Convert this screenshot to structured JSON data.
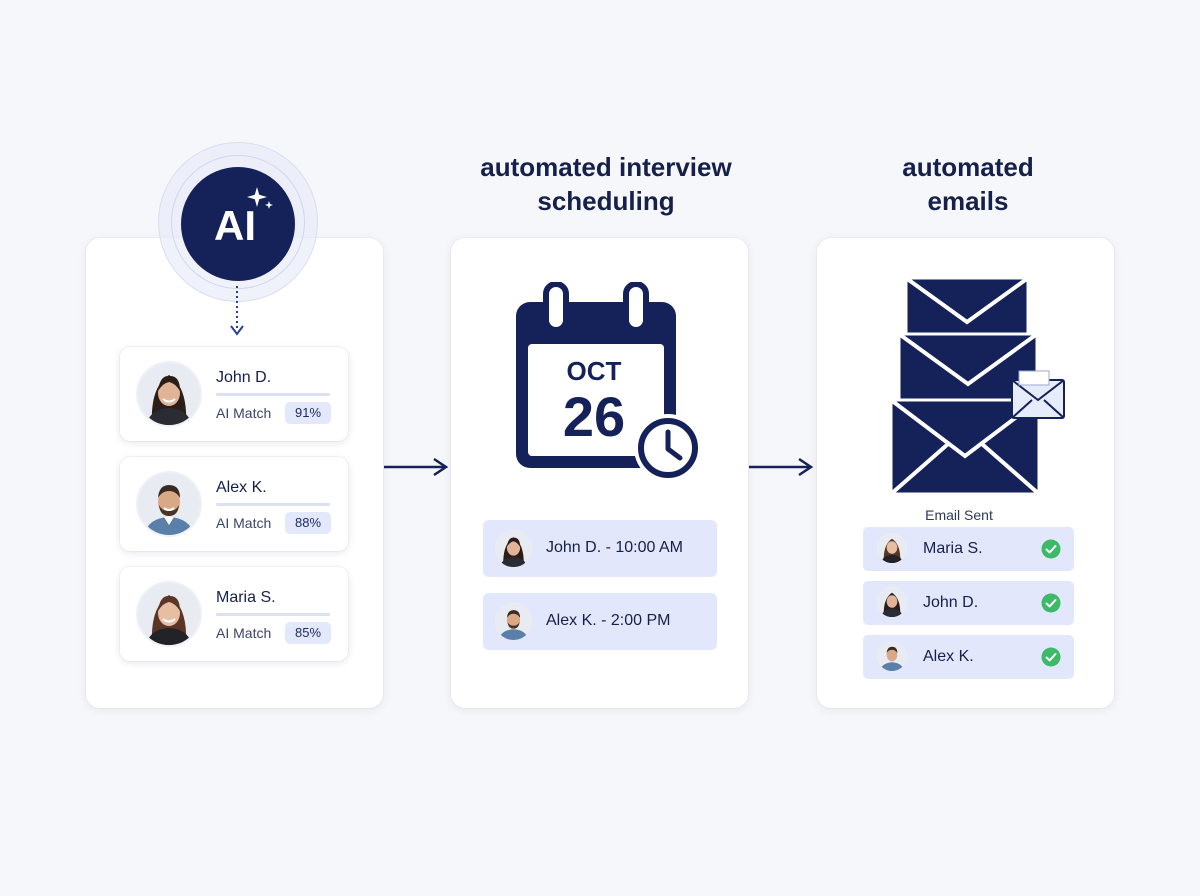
{
  "colors": {
    "background": "#f6f7fa",
    "navy": "#15225a",
    "chip": "#e2e7fb",
    "success": "#3cba6a"
  },
  "steps": {
    "ai": {
      "badge_label": "AI",
      "candidates": [
        {
          "name": "John D.",
          "match_label": "AI Match",
          "score": "91%",
          "avatar": "woman-long-dark-hair"
        },
        {
          "name": "Alex K.",
          "match_label": "AI Match",
          "score": "88%",
          "avatar": "man-short-hair-beard"
        },
        {
          "name": "Maria S.",
          "match_label": "AI Match",
          "score": "85%",
          "avatar": "woman-long-brown-hair"
        }
      ]
    },
    "scheduling": {
      "heading_line1": "automated interview",
      "heading_line2": "scheduling",
      "calendar_month": "OCT",
      "calendar_day": "26",
      "slots": [
        {
          "text": "John D. - 10:00 AM",
          "avatar": "woman-long-dark-hair"
        },
        {
          "text": "Alex K. - 2:00 PM",
          "avatar": "man-short-hair-beard"
        }
      ]
    },
    "emails": {
      "heading_line1": "automated",
      "heading_line2": "emails",
      "status_label": "Email Sent",
      "recipients": [
        {
          "name": "Maria S.",
          "status": "sent",
          "avatar": "woman-long-brown-hair"
        },
        {
          "name": "John D.",
          "status": "sent",
          "avatar": "woman-long-dark-hair"
        },
        {
          "name": "Alex K.",
          "status": "sent",
          "avatar": "man-short-hair-beard"
        }
      ]
    }
  }
}
